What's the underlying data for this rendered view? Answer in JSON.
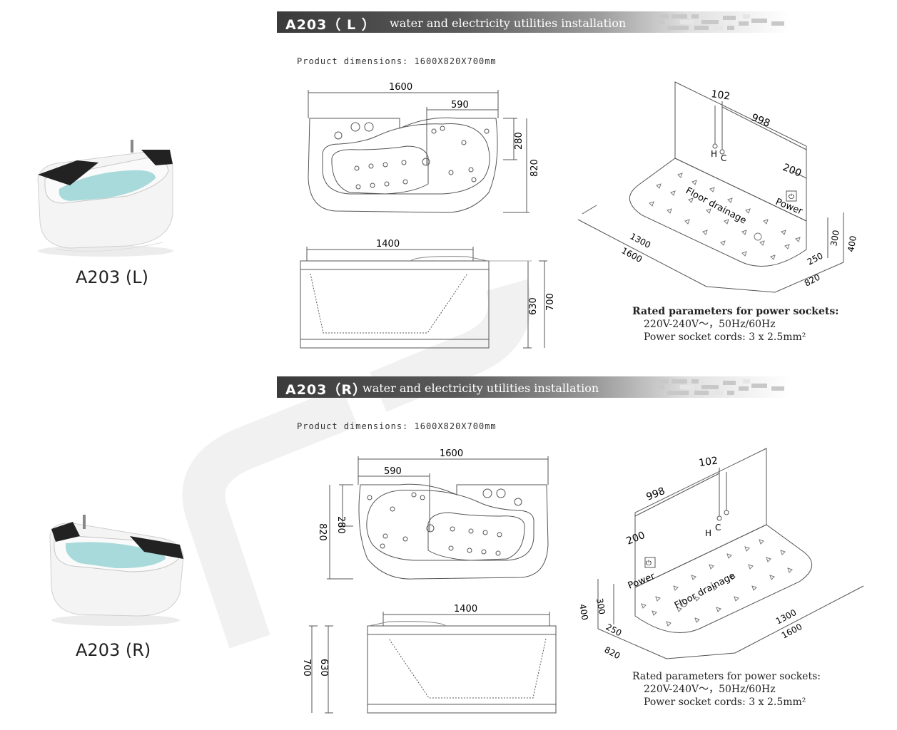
{
  "sections": [
    {
      "model": "A203（ L ）",
      "title": "water and electricity utilities installation",
      "dimensions_text": "Product dimensions: 1600X820X700mm",
      "caption": "A203 (L)",
      "top_view": {
        "overall": "1600",
        "inner": "590",
        "depth_small": "280",
        "depth": "820"
      },
      "side_view": {
        "length": "1400",
        "height_inner": "630",
        "height": "700"
      },
      "install": {
        "pipe_offset": "102",
        "length_back": "998",
        "power_offset": "200",
        "hot": "H",
        "cold": "C",
        "power_label": "Power",
        "floor_label": "Floor drainage",
        "d1300": "1300",
        "d1600": "1600",
        "d250": "250",
        "d820": "820",
        "d300": "300",
        "d400": "400"
      },
      "spec": {
        "heading": "Rated parameters for power sockets:",
        "voltage": "220V-240V～，50Hz/60Hz",
        "cords": "Power socket cords: 3 x 2.5mm²"
      }
    },
    {
      "model": "A203（R）",
      "title": "water and electricity utilities installation",
      "dimensions_text": "Product dimensions: 1600X820X700mm",
      "caption": "A203 (R)",
      "top_view": {
        "overall": "1600",
        "inner": "590",
        "depth_small": "280",
        "depth": "820"
      },
      "side_view": {
        "length": "1400",
        "height_inner": "630",
        "height": "700"
      },
      "install": {
        "pipe_offset": "102",
        "length_back": "998",
        "power_offset": "200",
        "hot": "H",
        "cold": "C",
        "power_label": "Power",
        "floor_label": "Floor drainage",
        "d1300": "1300",
        "d1600": "1600",
        "d250": "250",
        "d820": "820",
        "d300": "300",
        "d400": "400"
      },
      "spec": {
        "heading": "Rated parameters for power sockets:",
        "voltage": "220V-240V～，50Hz/60Hz",
        "cords": "Power socket cords: 3 x 2.5mm²"
      }
    }
  ]
}
